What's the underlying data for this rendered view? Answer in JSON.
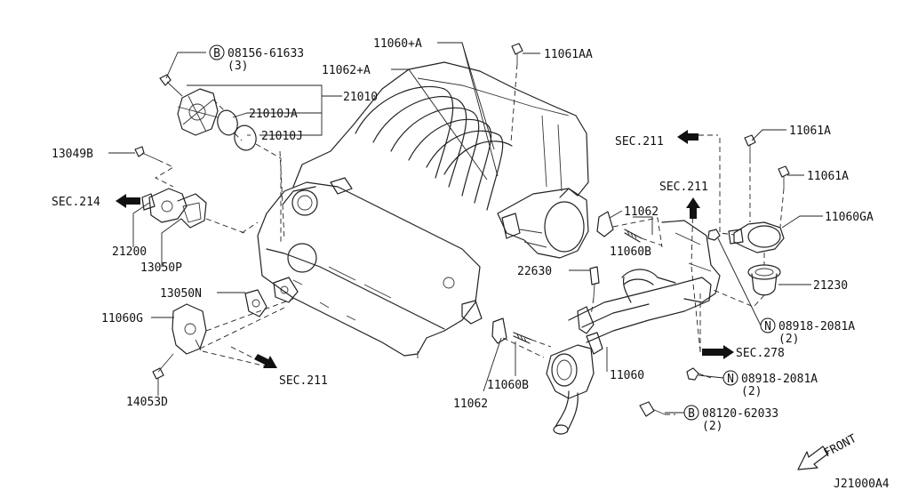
{
  "diagram_code": "J21000A4",
  "front_label": "FRONT",
  "parts": {
    "p08156": "08156-61633",
    "p08156_qty": "(3)",
    "p21010": "21010",
    "p21010JA": "21010JA",
    "p21010J": "21010J",
    "p13049B": "13049B",
    "p11060A": "11060+A",
    "p11062A": "11062+A",
    "p11061AA": "11061AA",
    "p11061A_1": "11061A",
    "p11061A_2": "11061A",
    "p11060GA": "11060GA",
    "p21230": "21230",
    "p11062_top": "11062",
    "p11060B_top": "11060B",
    "p22630": "22630",
    "p21200": "21200",
    "p13050P": "13050P",
    "p13050N": "13050N",
    "p11060G": "11060G",
    "p14053D": "14053D",
    "p11060": "11060",
    "p11062_bot": "11062",
    "p11060B_bot": "11060B",
    "p08918_1": "08918-2081A",
    "p08918_1_qty": "(2)",
    "p08918_2": "08918-2081A",
    "p08918_2_qty": "(2)",
    "p08120": "08120-62033",
    "p08120_qty": "(2)"
  },
  "badges": {
    "bolt": "B",
    "nut": "N"
  },
  "section_refs": {
    "sec214": "SEC.214",
    "sec211_left": "SEC.211",
    "sec211_top": "SEC.211",
    "sec211_mid": "SEC.211",
    "sec278": "SEC.278"
  }
}
